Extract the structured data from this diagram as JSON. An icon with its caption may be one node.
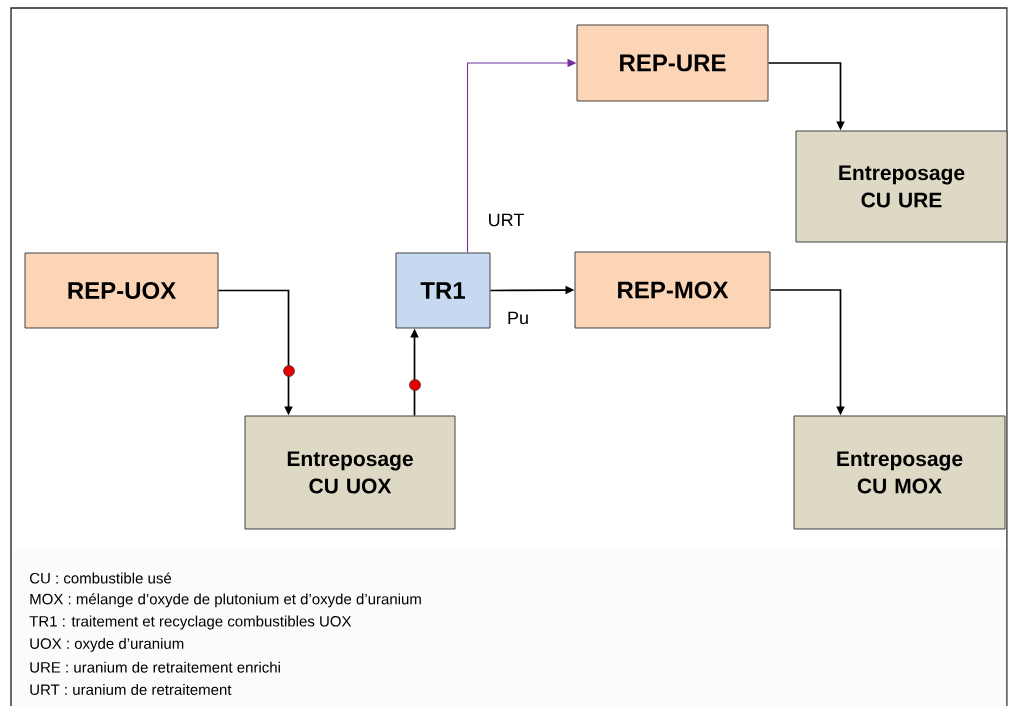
{
  "diagram": {
    "nodes": [
      {
        "text": [
          "REP-UOX"
        ]
      },
      {
        "text": [
          "Entreposage CU UOX"
        ]
      },
      {
        "text": [
          "TR1"
        ]
      },
      {
        "text": [
          "REP-URE"
        ]
      },
      {
        "text": [
          "Entreposage CU URE"
        ]
      },
      {
        "text": [
          "REP-MOX"
        ]
      },
      {
        "text": [
          "Entreposage CU MOX"
        ]
      }
    ],
    "edges": [
      {
        "from": 0,
        "to": 1,
        "arrow": "to"
      },
      {
        "from": 1,
        "to": 2,
        "arrow": "to"
      },
      {
        "from": 2,
        "to": 3,
        "arrow": "to",
        "label": "URT",
        "color": "#7030a0"
      },
      {
        "from": 2,
        "to": 5,
        "arrow": "to",
        "label": "Pu"
      },
      {
        "from": 3,
        "to": 4,
        "arrow": "to"
      },
      {
        "from": 5,
        "to": 6,
        "arrow": "to"
      }
    ],
    "labels": [
      "CU : combustible usé",
      "MOX : mélange d’oxyde de plutonium et d’oxyde d’uranium",
      "TR1 : traitement et recyclage combustibles UOX",
      "UOX : oxyde d’uranium",
      "URE : uranium de retraitement enrichi",
      "URT : uranium de retraitement"
    ]
  }
}
